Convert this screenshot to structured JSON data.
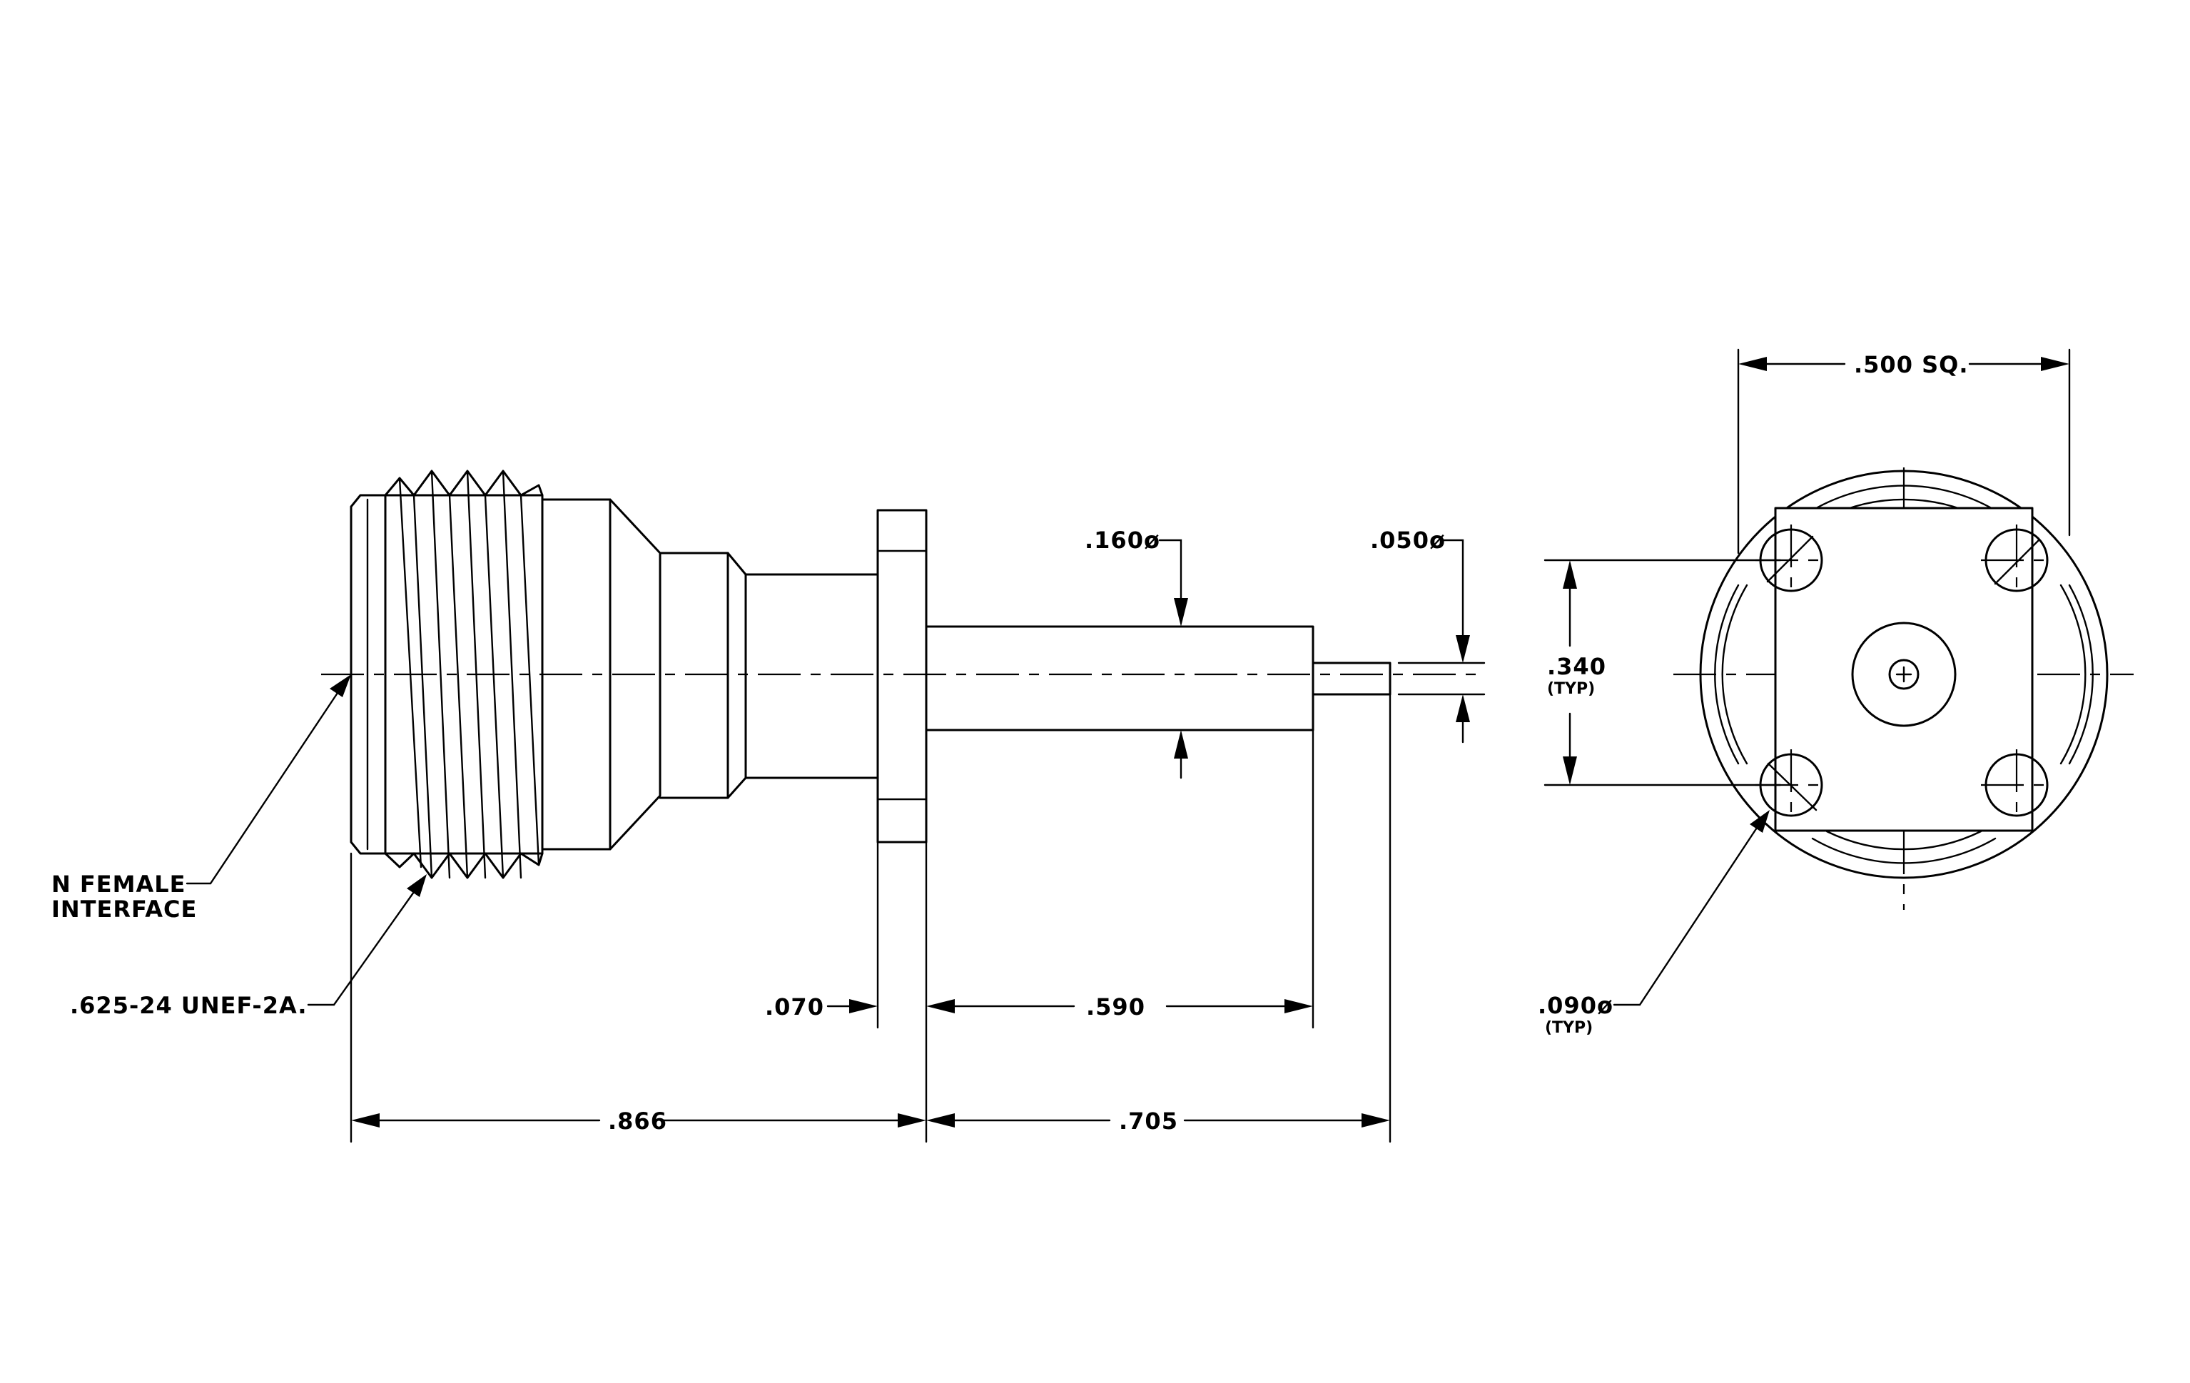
{
  "labels": {
    "interface_line1": "N FEMALE",
    "interface_line2": "INTERFACE",
    "thread": ".625-24 UNEF-2A.",
    "dia_160": ".160ø",
    "dia_050": ".050ø",
    "dim_070": ".070",
    "dim_590": ".590",
    "dim_866": ".866",
    "dim_705": ".705",
    "dim_500": ".500 SQ.",
    "dim_340": ".340",
    "typ_340": "(TYP)",
    "hole_090": ".090ø",
    "typ_090": "(TYP)"
  }
}
